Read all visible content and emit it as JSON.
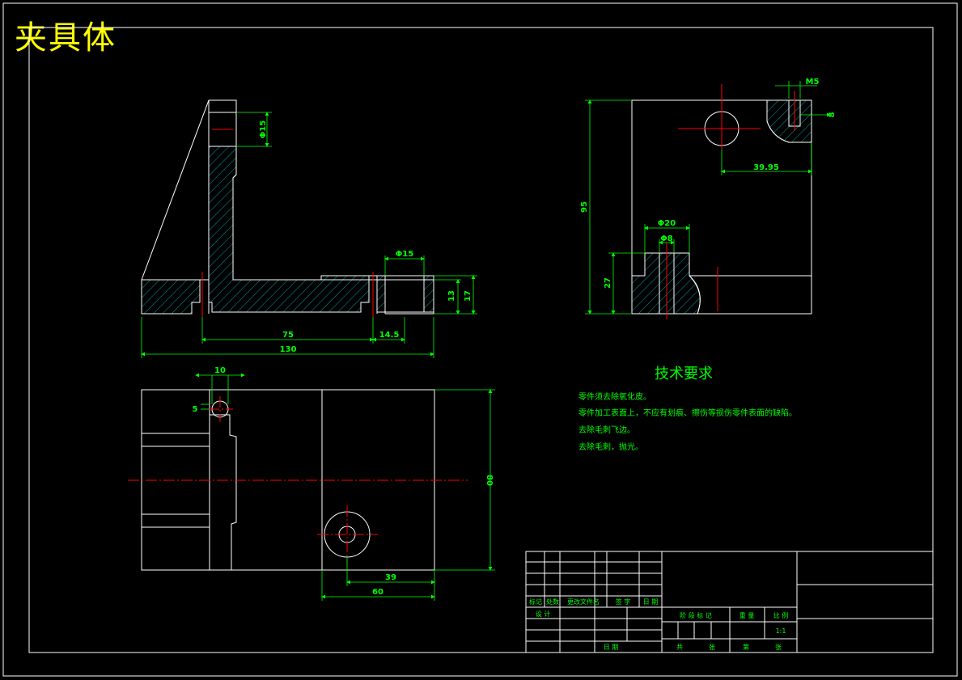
{
  "title": "夹具体",
  "dimensions": {
    "front": {
      "d15_top": "Φ15",
      "d15_bottom": "Φ15",
      "h13": "13",
      "h17": "17",
      "l75": "75",
      "l14_5": "14.5",
      "l130": "130"
    },
    "plan": {
      "l10": "10",
      "l5": "5",
      "h80": "80",
      "l39": "39",
      "l60": "60"
    },
    "side": {
      "m5": "M5",
      "d8": "8",
      "l39_95": "39.95",
      "h95": "95",
      "d20": "Φ20",
      "d8b": "Φ8",
      "h27": "27"
    }
  },
  "tech": {
    "heading": "技术要求",
    "lines": [
      "零件须去除氧化皮。",
      "零件加工表面上，不应有划痕、擦伤等损伤零件表面的缺陷。",
      "去除毛刺飞边。",
      "去除毛刺，抛光。"
    ]
  },
  "titleblock": {
    "h1": "标记",
    "h2": "处数",
    "h3": "更改文件名",
    "h4": "签 字",
    "h5": "日 期",
    "design": "设 计",
    "approve": "日 期",
    "stage": "阶 段 标 记",
    "weight": "重 量",
    "scale_label": "比 例",
    "scale": "1:1",
    "sheets": "共",
    "sheet": "张",
    "page": "第",
    "page2": "张"
  },
  "colors": {
    "line": "#ffffff",
    "dim": "#00ff00",
    "hatch": "#00c8c8",
    "center": "#ff0000",
    "title": "#ffff00"
  }
}
